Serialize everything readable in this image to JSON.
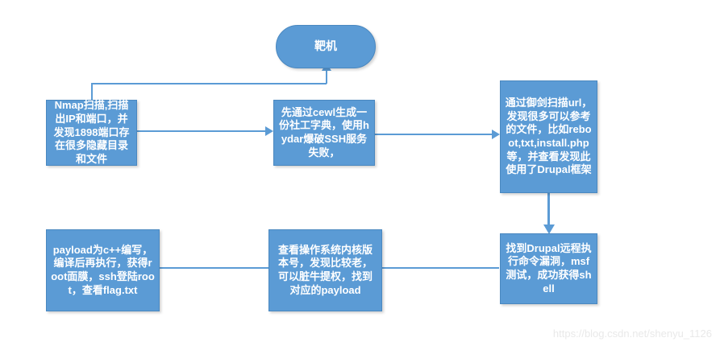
{
  "diagram": {
    "title_watermark": "https://blog.csdn.net/shenyu_1126",
    "accent_color": "#5b9bd5",
    "node_text_color": "#ffffff",
    "nodes": [
      {
        "id": "target",
        "shape": "oval",
        "label": "靶机"
      },
      {
        "id": "step1",
        "shape": "rect",
        "label": "Nmap扫描,扫描出IP和端口，并发现1898端口存在很多隐藏目录和文件"
      },
      {
        "id": "step2",
        "shape": "rect",
        "label": "先通过cewl生成一份社工字典，使用hydar爆破SSH服务失败，"
      },
      {
        "id": "step3",
        "shape": "rect",
        "label": "通过御剑扫描url，发现很多可以参考的文件，比如reboot,txt,install.php等，并查看发现此使用了Drupal框架"
      },
      {
        "id": "step4",
        "shape": "rect",
        "label": "找到Drupal远程执行命令漏洞，msf测试，成功获得shell"
      },
      {
        "id": "step5",
        "shape": "rect",
        "label": "查看操作系统内核版本号，发现比较老，可以脏牛提权，找到对应的payload"
      },
      {
        "id": "step6",
        "shape": "rect",
        "label": "payload为c++编写，编译后再执行，获得root面膜，ssh登陆root，查看flag.txt"
      }
    ],
    "connectors": [
      {
        "id": "c1",
        "from": "step1",
        "to": "target",
        "direction": "up"
      },
      {
        "id": "c2",
        "from": "step1",
        "to": "step2",
        "direction": "right"
      },
      {
        "id": "c3",
        "from": "step2",
        "to": "step3",
        "direction": "right"
      },
      {
        "id": "c4",
        "from": "step3",
        "to": "step4",
        "direction": "down"
      },
      {
        "id": "c5",
        "from": "step4",
        "to": "step5",
        "direction": "left"
      },
      {
        "id": "c6",
        "from": "step5",
        "to": "step6",
        "direction": "left"
      }
    ]
  }
}
